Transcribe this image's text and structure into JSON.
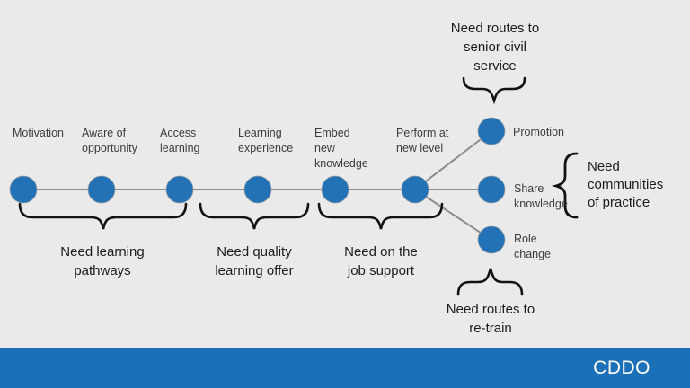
{
  "diagram": {
    "steps": [
      {
        "label": "Motivation"
      },
      {
        "label": "Aware of\nopportunity"
      },
      {
        "label": "Access\nlearning"
      },
      {
        "label": "Learning\nexperience"
      },
      {
        "label": "Embed\nnew\nknowledge"
      },
      {
        "label": "Perform at\nnew level"
      }
    ],
    "outcomes": [
      {
        "label": "Promotion"
      },
      {
        "label": "Share\nknowledge"
      },
      {
        "label": "Role\nchange"
      }
    ],
    "needs": {
      "routes_senior": "Need routes to\nsenior civil\nservice",
      "communities": "Need\ncommunities\nof practice",
      "routes_retrain": "Need routes to\nre-train",
      "pathways": "Need learning\npathways",
      "quality_offer": "Need quality\nlearning offer",
      "job_support": "Need on the\njob support"
    },
    "colors": {
      "node": "#2272B5",
      "connector": "#8C8C8C",
      "brace": "#121212",
      "background": "#EAEAEA",
      "footer_bar": "#1B70B8"
    }
  },
  "footer": {
    "brand": "CDDO"
  }
}
